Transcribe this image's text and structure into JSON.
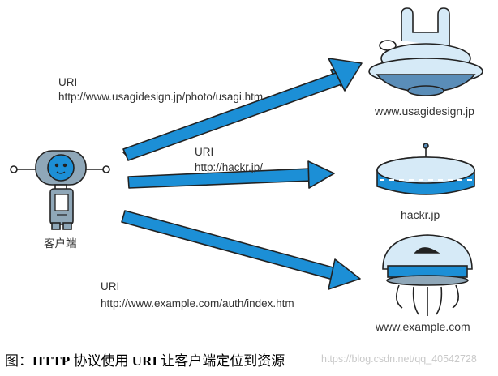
{
  "diagram": {
    "client_label": "客户端",
    "requests": [
      {
        "uri_label": "URI",
        "uri": "http://www.usagidesign.jp/photo/usagi.htm",
        "host": "www.usagidesign.jp"
      },
      {
        "uri_label": "URI",
        "uri": "http://hackr.jp/",
        "host": "hackr.jp"
      },
      {
        "uri_label": "URI",
        "uri": "http://www.example.com/auth/index.htm",
        "host": "www.example.com"
      }
    ],
    "colors": {
      "arrow": "#1c8fd6",
      "outline": "#222222",
      "robot": "#8fa7b8",
      "ship_light": "#d6eaf7",
      "ship_dark": "#5a8db8"
    }
  },
  "caption": {
    "prefix": "图：",
    "bold1": "HTTP",
    "mid1": " 协议使用 ",
    "bold2": "URI",
    "mid2": " 让客户端定位到资源"
  },
  "watermark": "https://blog.csdn.net/qq_40542728"
}
